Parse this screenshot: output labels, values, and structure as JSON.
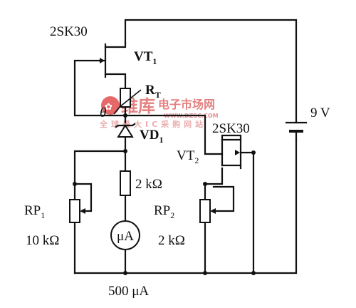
{
  "labels": {
    "vt1_part": "2SK30",
    "vt1_name": "VT",
    "vt1_sub": "1",
    "rt_name": "R",
    "rt_sub": "T",
    "theta": "θ",
    "vd1_name": "VD",
    "vd1_sub": "1",
    "vt2_part": "2SK30",
    "vt2_name": "VT",
    "vt2_sub": "2",
    "battery": "9 V",
    "r_fixed": "2 kΩ",
    "rp1_name": "RP",
    "rp1_sub": "1",
    "rp1_value": "10 kΩ",
    "rp2_name": "RP",
    "rp2_sub": "2",
    "rp2_value": "2 kΩ",
    "meter": "μA",
    "meter_range": "500 μA"
  },
  "watermark": {
    "brand": "维库",
    "site_name": "电子市场网",
    "url": "WWW.DZSC.COM",
    "slogan": "全球最大IC采购网站"
  }
}
